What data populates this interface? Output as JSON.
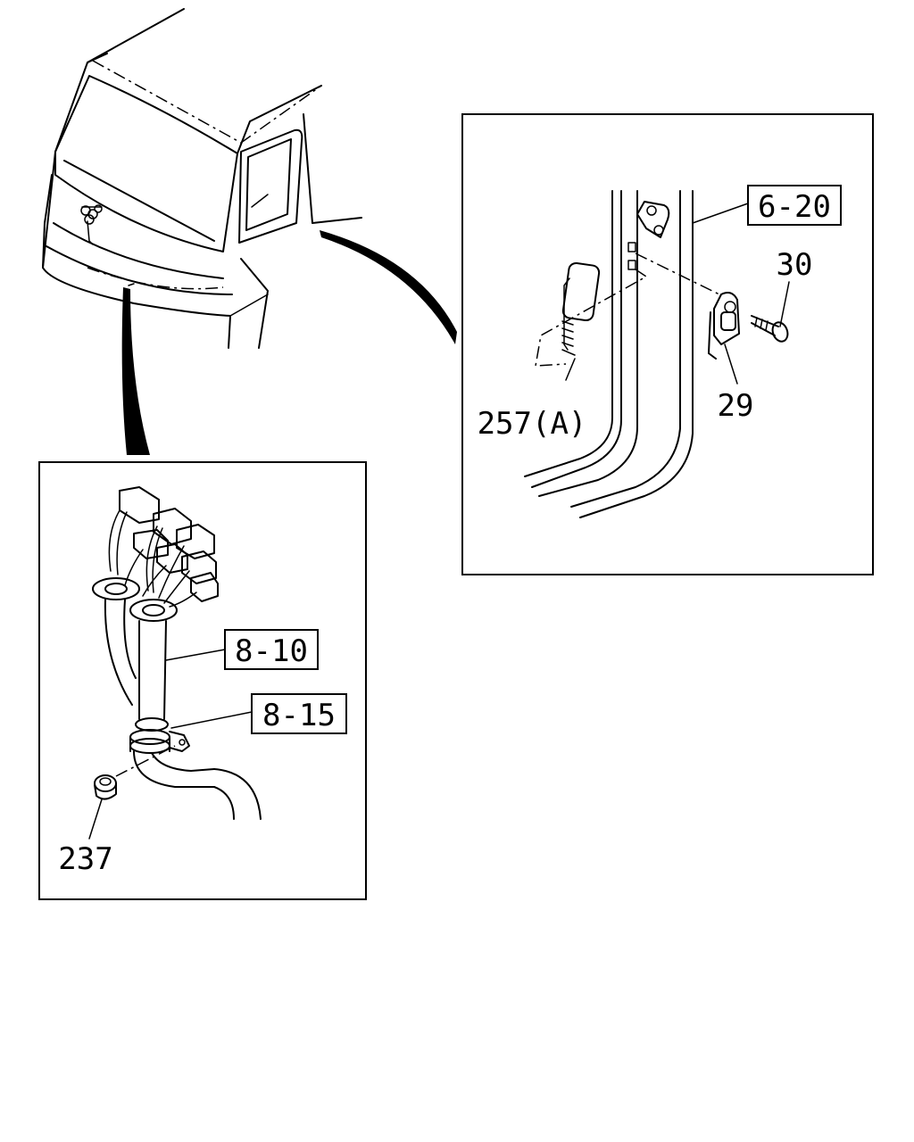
{
  "callouts": {
    "ref_6_20": "6-20",
    "ref_8_10": "8-10",
    "ref_8_15": "8-15"
  },
  "labels": {
    "part_30": "30",
    "part_29": "29",
    "part_257a": "257(A)",
    "part_237": "237"
  }
}
